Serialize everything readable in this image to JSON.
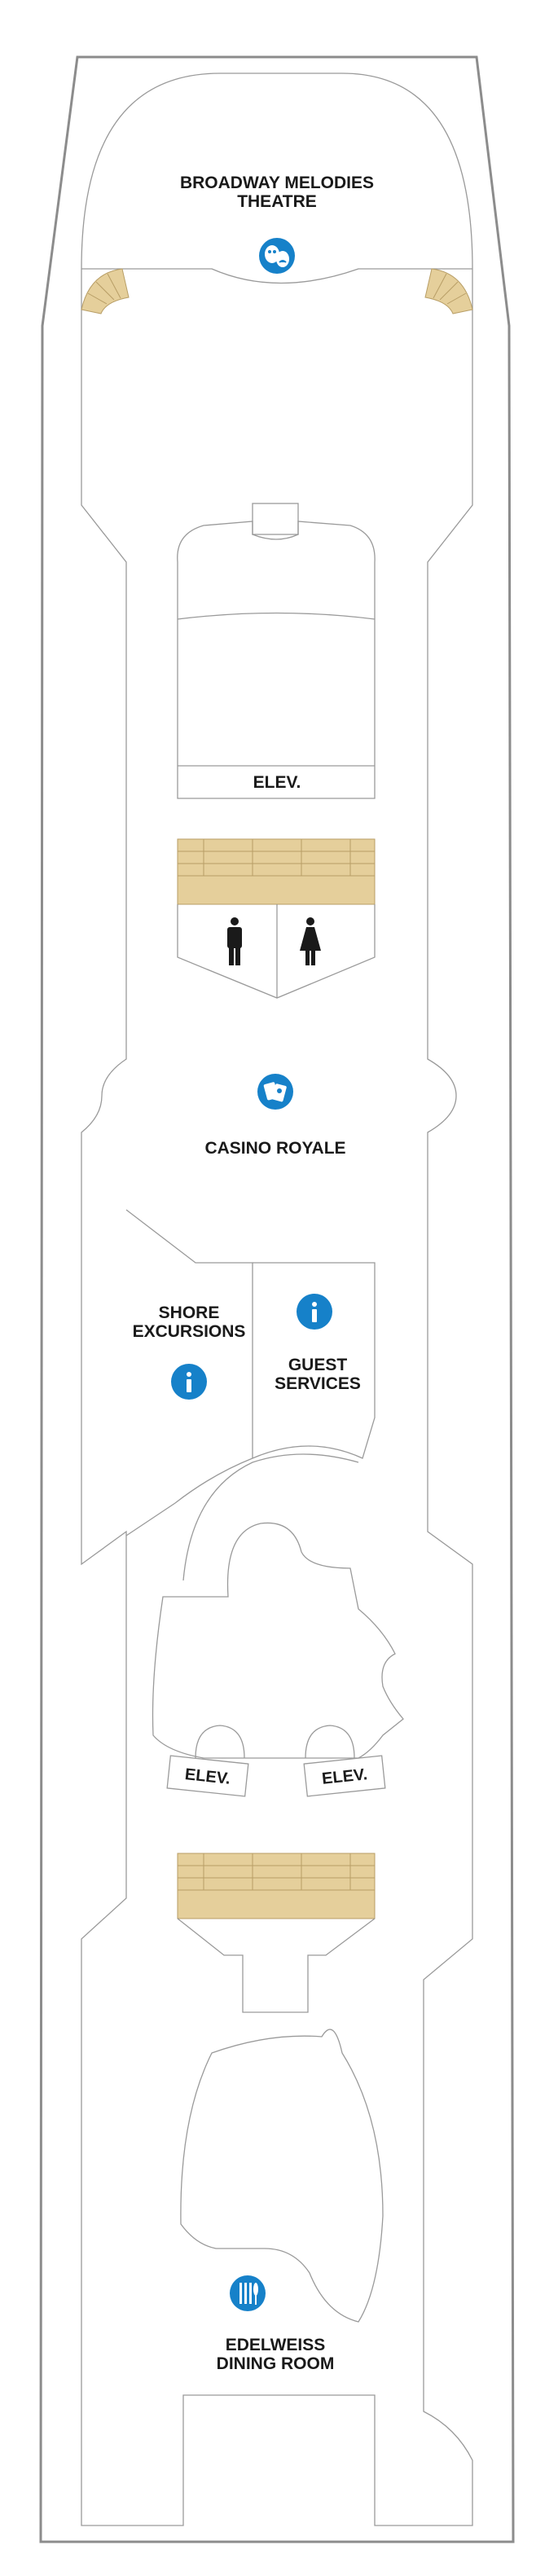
{
  "labels": {
    "theatre_line1": "BROADWAY MELODIES",
    "theatre_line2": "THEATRE",
    "elev_top": "ELEV.",
    "casino": "CASINO ROYALE",
    "shore_line1": "SHORE",
    "shore_line2": "EXCURSIONS",
    "guest_line1": "GUEST",
    "guest_line2": "SERVICES",
    "elev_left": "ELEV.",
    "elev_right": "ELEV.",
    "dining_line1": "EDELWEISS",
    "dining_line2": "DINING ROOM"
  },
  "icons": {
    "theatre": "theatre-masks-icon",
    "casino": "playing-cards-icon",
    "info_guest": "info-icon",
    "info_shore": "info-icon",
    "dining": "cutlery-icon",
    "restroom_men": "men-restroom-icon",
    "restroom_women": "women-restroom-icon"
  },
  "colors": {
    "icon_blue": "#1681c9",
    "stair_tan": "#e5cf9b",
    "hull_gray": "#8c8c8c"
  }
}
